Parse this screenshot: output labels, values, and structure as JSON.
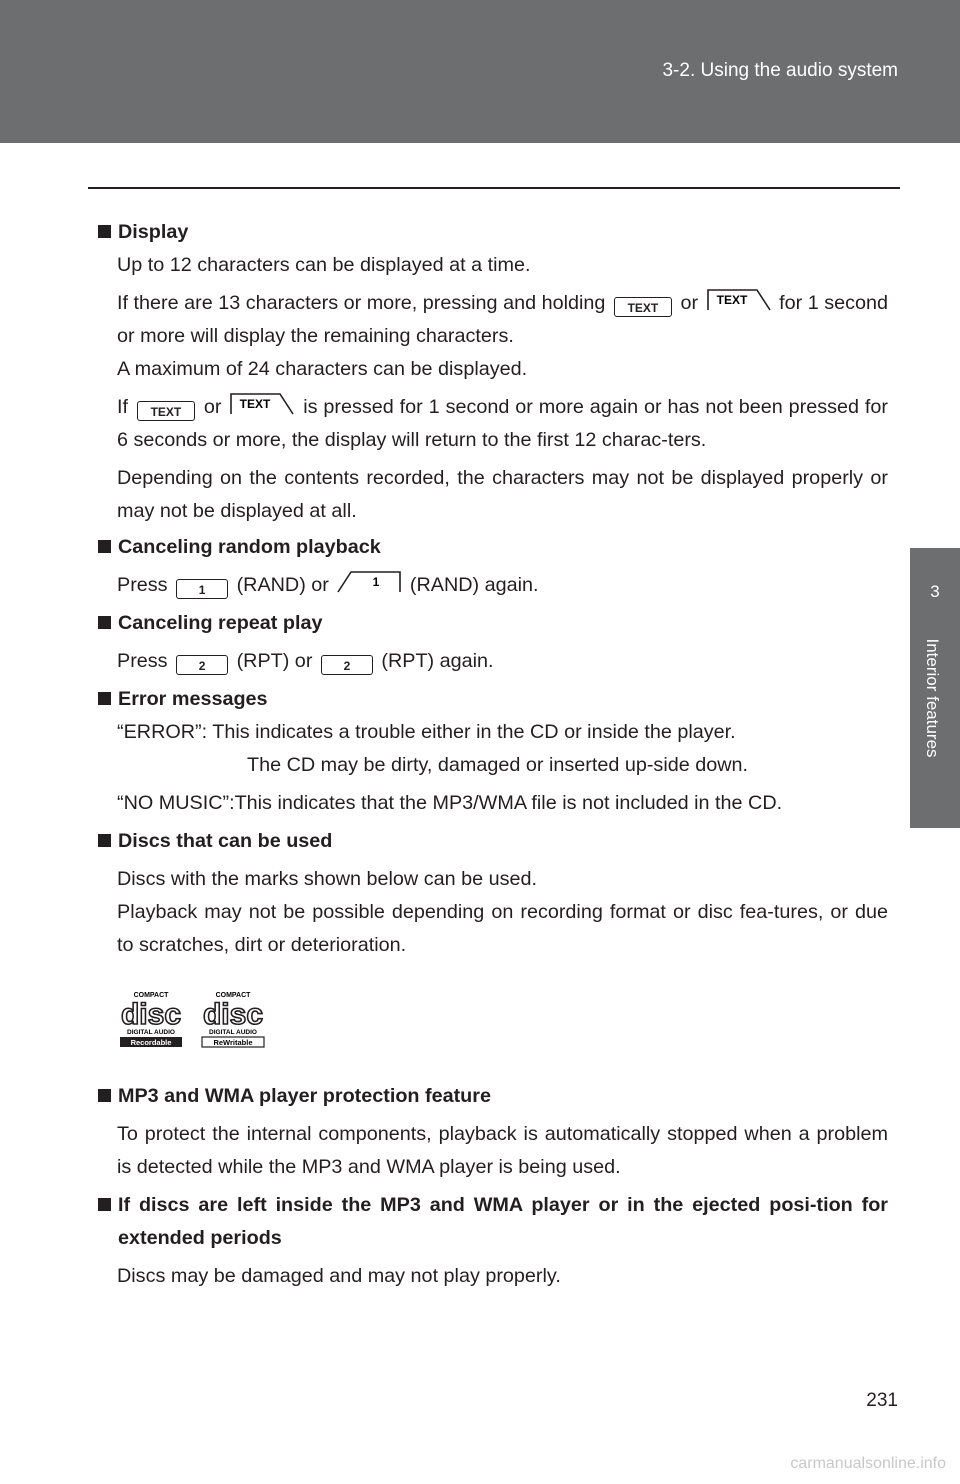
{
  "header": {
    "section": "3-2. Using the audio system"
  },
  "side_tab": {
    "number": "3",
    "label": "Interior features"
  },
  "buttons": {
    "text": "TEXT",
    "one": "1",
    "two": "2"
  },
  "sections": {
    "display": {
      "heading": "Display",
      "p1": "Up to 12 characters can be displayed at a time.",
      "p2a": "If there are 13 characters or more, pressing and holding",
      "p2_or": "or",
      "p2b": "for 1 second or more will display the remaining characters.",
      "p2c": "A maximum of 24 characters can be displayed.",
      "p3_if": "If",
      "p3_or": "or",
      "p3b": "is pressed for 1 second or more again or has not been pressed for 6 seconds or more, the display will return to the first 12 charac-ters.",
      "p4": "Depending on the contents recorded, the characters may not be displayed properly or may not be displayed at all."
    },
    "random": {
      "heading": "Canceling random playback",
      "press": "Press",
      "mid": "(RAND) or",
      "end": "(RAND) again."
    },
    "repeat": {
      "heading": "Canceling repeat play",
      "press": "Press",
      "mid": "(RPT) or",
      "end": "(RPT) again."
    },
    "errors": {
      "heading": "Error messages",
      "e1a": "“ERROR”: This indicates a trouble either in the CD or inside the player.",
      "e1b": "The CD may be dirty, damaged or inserted up-side down.",
      "e2": "“NO MUSIC”:This indicates that the MP3/WMA file is not included in the CD."
    },
    "discs": {
      "heading": "Discs that can be used",
      "p1": "Discs with the marks shown below can be used.",
      "p2": "Playback may not be possible depending on recording format or disc fea-tures, or due to scratches, dirt or deterioration.",
      "logo1": {
        "top": "COMPACT",
        "word": "disc",
        "sub": "DIGITAL AUDIO",
        "badge": "Recordable"
      },
      "logo2": {
        "top": "COMPACT",
        "word": "disc",
        "sub": "DIGITAL AUDIO",
        "badge": "ReWritable"
      }
    },
    "protection": {
      "heading": "MP3 and WMA player protection feature",
      "p1": "To protect the internal components, playback is automatically stopped when a problem is detected while the MP3 and WMA player is being used."
    },
    "left_discs": {
      "heading": "If discs are left inside the MP3 and WMA player or in the ejected posi-tion for extended periods",
      "p1": "Discs may be damaged and may not play properly."
    }
  },
  "page_number": "231",
  "watermark": "carmanualsonline.info",
  "colors": {
    "header_bg": "#6d6e70",
    "text": "#231f20",
    "watermark": "#c8c8c8"
  }
}
